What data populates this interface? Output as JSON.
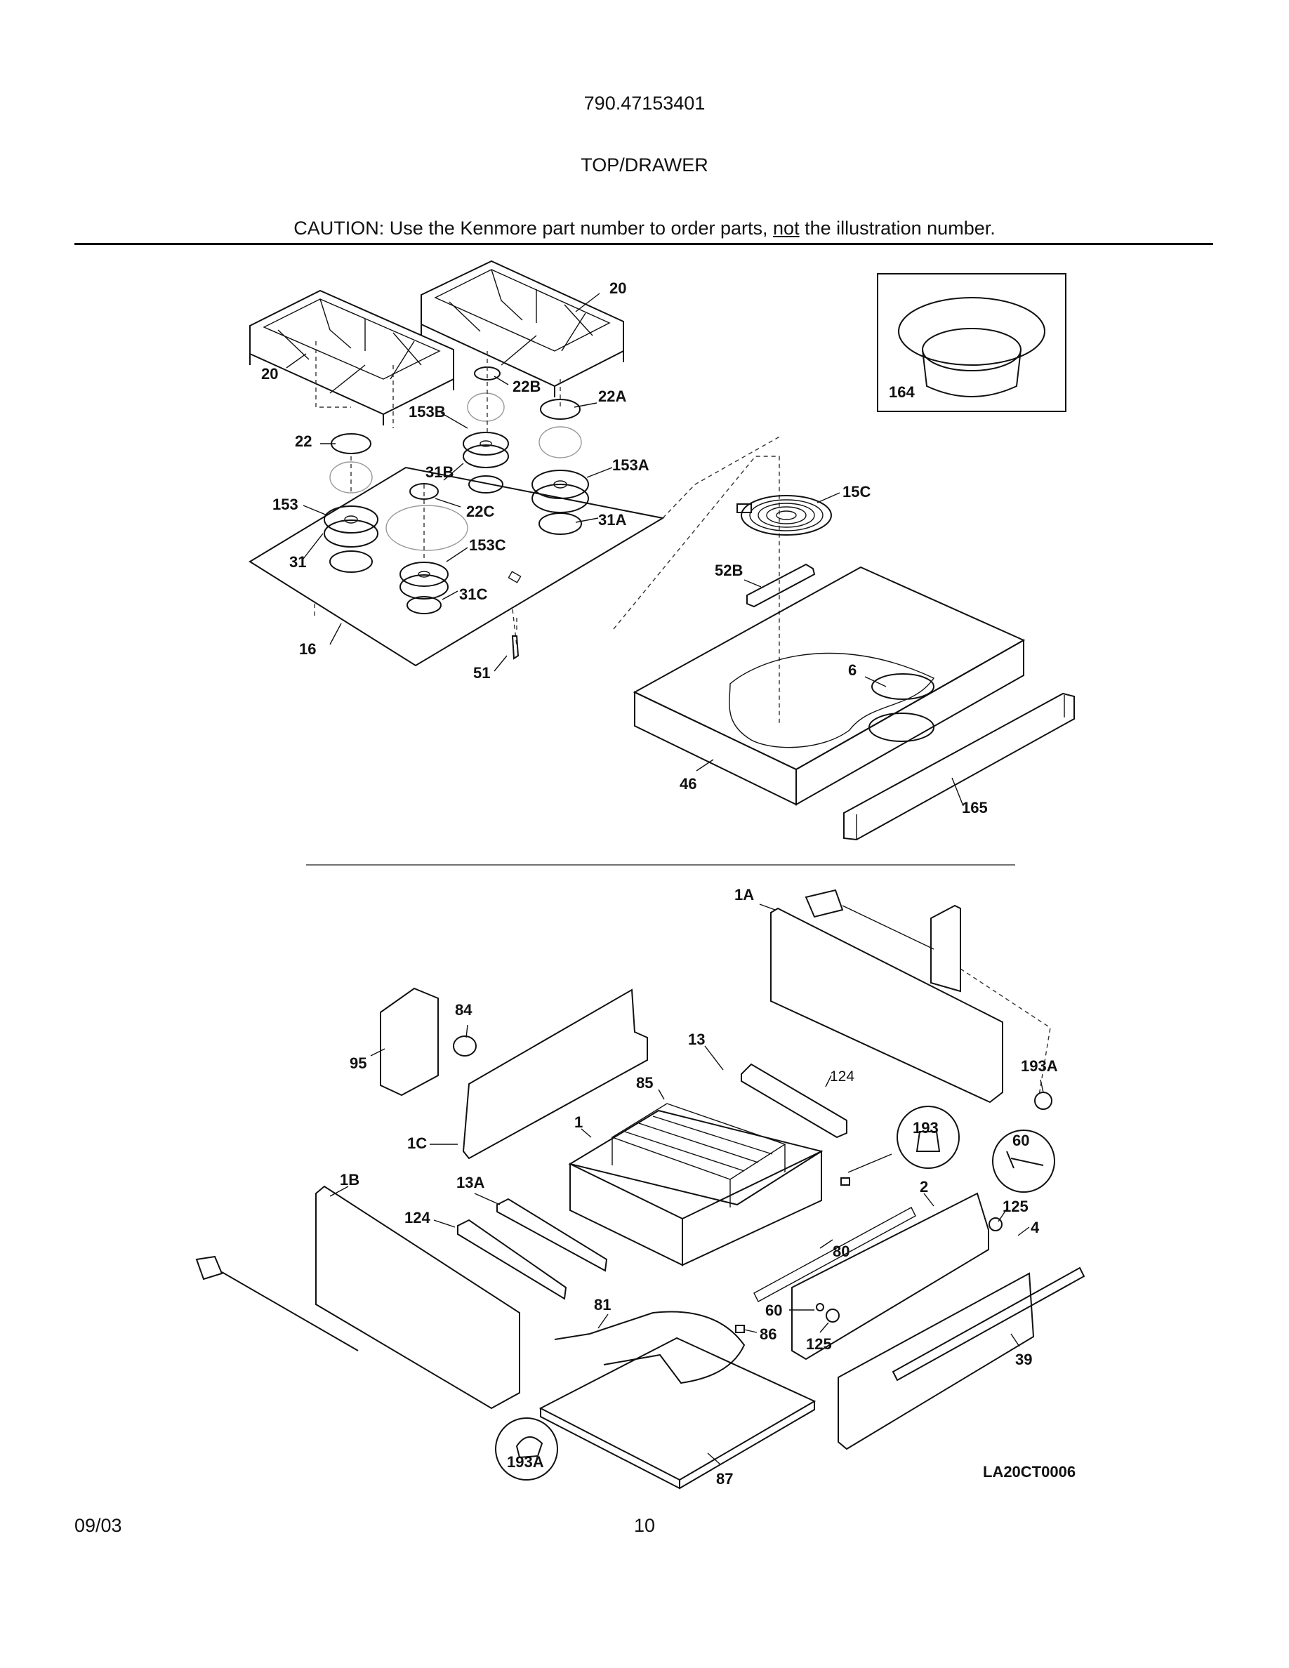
{
  "header": {
    "model": "790.47153401",
    "section": "TOP/DRAWER",
    "caution_pre": "CAUTION: Use the Kenmore part number to order parts, ",
    "caution_emph": "not",
    "caution_post": " the illustration number."
  },
  "top_labels": [
    "20",
    "20",
    "22B",
    "22A",
    "153B",
    "22",
    "31B",
    "153A",
    "153",
    "22C",
    "31A",
    "31",
    "153C",
    "31C",
    "16",
    "51",
    "15C",
    "52B",
    "6",
    "46",
    "165",
    "164"
  ],
  "bottom_labels": [
    "1A",
    "84",
    "95",
    "13",
    "124",
    "193A",
    "85",
    "1",
    "193",
    "60",
    "1C",
    "1B",
    "13A",
    "2",
    "125",
    "4",
    "124",
    "80",
    "81",
    "60",
    "86",
    "125",
    "39",
    "193A",
    "87"
  ],
  "footer": {
    "ref_code": "LA20CT0006",
    "date": "09/03",
    "page": "10"
  }
}
